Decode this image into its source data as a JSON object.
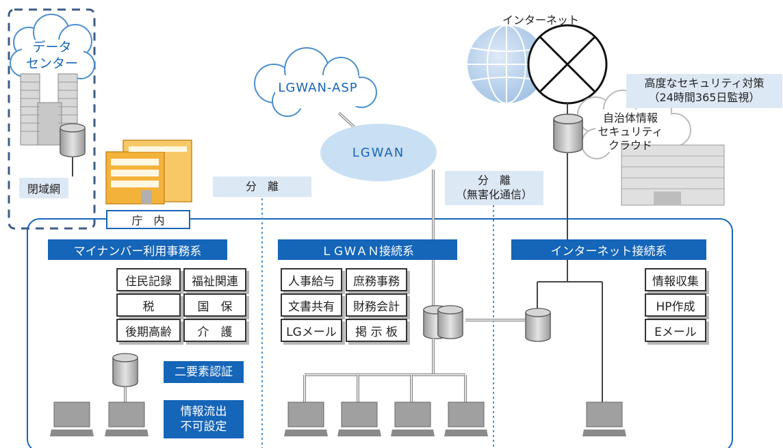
{
  "data_center": {
    "label": "データ\nセンター"
  },
  "closed_network": {
    "label": "閉域網"
  },
  "lgwan_asp": {
    "label": "LGWAN-ASP"
  },
  "lgwan": {
    "label": "LGWAN"
  },
  "internet": {
    "label": "インターネット"
  },
  "security_measures": {
    "label": "高度なセキュリティ対策\n（24時間365日監視）"
  },
  "security_cloud": {
    "label": "自治体情報\nセキュリティ\nクラウド"
  },
  "separation_1": {
    "label": "分　離"
  },
  "separation_2": {
    "label": "分　離\n（無害化通信）"
  },
  "office": {
    "label": "庁　内"
  },
  "mynumber_system": {
    "title": "マイナンバー利用事務系",
    "items": [
      "住民記録",
      "福祉関連",
      "税",
      "国　保",
      "後期高齢",
      "介　護"
    ],
    "two_factor": "二要素認証",
    "leak_prevention": "情報流出\n不可設定"
  },
  "lgwan_system": {
    "title": "ＬＧＷＡＮ接続系",
    "items": [
      "人事給与",
      "庶務事務",
      "文書共有",
      "財務会計",
      "LGメール",
      "掲 示 板"
    ]
  },
  "internet_system": {
    "title": "インターネット接続系",
    "items": [
      "情報収集",
      "HP作成",
      "Eメール"
    ]
  },
  "colors": {
    "accent_blue": "#1565b8",
    "pale_blue": "#dde8f5",
    "cloud_fill": "#c9dff3",
    "building_orange": "#f3b23a",
    "dashed_navy": "#3d5c85"
  }
}
